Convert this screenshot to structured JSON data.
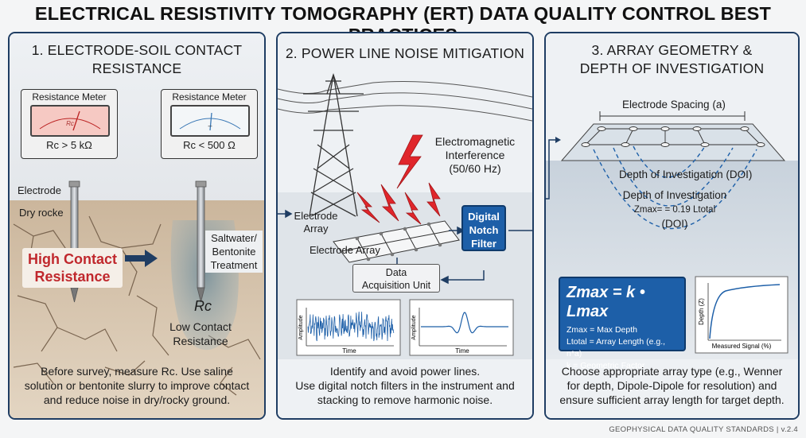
{
  "title": "ELECTRICAL RESISTIVITY TOMOGRAPHY (ERT) DATA QUALITY CONTROL BEST PRACTICES",
  "panel1": {
    "title_line1": "1. ELECTRODE-SOIL CONTACT",
    "title_line2": "RESISTANCE",
    "meter_left": {
      "label": "Resistance Meter",
      "dial": "Rc",
      "value": "Rc > 5 kΩ"
    },
    "meter_right": {
      "label": "Resistance Meter",
      "dial": "–",
      "value": "Rc < 500 Ω"
    },
    "electrode_label": "Electrode",
    "dry_label": "Dry rocke",
    "high_contact_line1": "High Contact",
    "high_contact_line2": "Resistance",
    "treatment_line1": "Saltwater/",
    "treatment_line2": "Bentonite",
    "treatment_line3": "Treatment",
    "rc_label": "Rc",
    "low_line1": "Low Contact",
    "low_line2": "Resistance",
    "caption_line1": "Before survey, measure Rc. Use saline",
    "caption_line2": "solution or bentonite slurry to improve contact",
    "caption_line3": "and reduce noise in dry/rocky ground."
  },
  "panel2": {
    "title": "2. POWER LINE NOISE MITIGATION",
    "emi_line1": "Electromagnetic",
    "emi_line2": "Interference",
    "emi_line3": "(50/60 Hz)",
    "array_label_line1": "Electrode",
    "array_label_line2": "Array",
    "array_label_bottom": "Electrode Array",
    "filter_line1": "Digital",
    "filter_line2": "Notch",
    "filter_line3": "Filter",
    "daq_line1": "Data",
    "daq_line2": "Acquisition Unit",
    "plot_ylabel": "Amplitude",
    "plot_xlabel": "Time",
    "caption_line1": "Identify and avoid power lines.",
    "caption_line2": "Use digital notch filters in the instrument and",
    "caption_line3": "stacking to remove harmonic noise."
  },
  "panel3": {
    "title_line1": "3. ARRAY GEOMETRY &",
    "title_line2": "DEPTH OF INVESTIGATION",
    "spacing_label": "Electrode Spacing (a)",
    "doi_label": "Depth of Investigation (DOI)",
    "doi2_line1": "Depth of Investigation",
    "doi2_line2": "Zmax= = 0.19 Ltotal",
    "doi2_line3": "(DOI)",
    "formula": "Zmax = k • Lmax",
    "def1": "Zmax = Max Depth",
    "def2": "Ltotal = Array Length (e.g., n*a)",
    "def3": "k = Geometric Factor",
    "graph_ylabel": "Depth (Z)",
    "graph_xlabel": "Measured Signal (%)",
    "caption_line1": "Choose appropriate array type (e.g., Wenner",
    "caption_line2": "for depth, Dipole-Dipole for resolution) and",
    "caption_line3": "ensure sufficient array length for target depth."
  },
  "footer": "GEOPHYSICAL DATA QUALITY STANDARDS | v.2.4",
  "colors": {
    "frame": "#1f3d63",
    "accent_blue": "#1d5fa8",
    "warning_red": "#c0282d"
  }
}
